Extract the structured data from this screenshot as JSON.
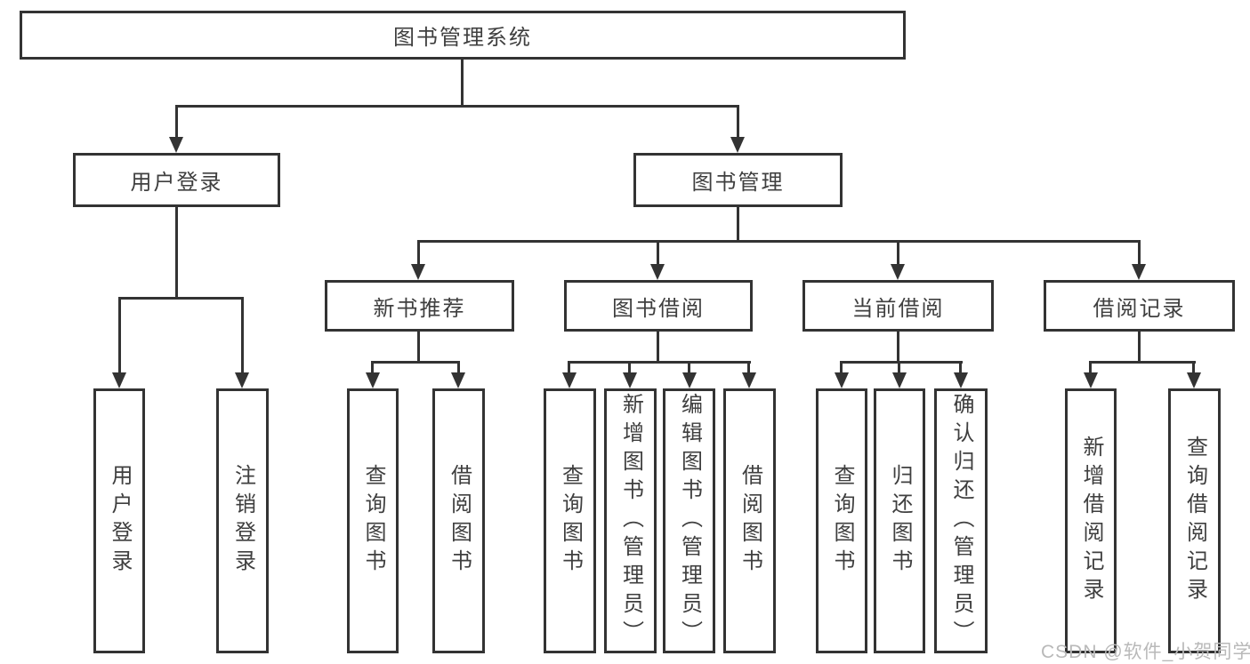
{
  "diagram": {
    "root": "图书管理系统",
    "nodes": {
      "user_login": "用户登录",
      "book_mgmt": "图书管理",
      "new_books": "新书推荐",
      "book_borrow": "图书借阅",
      "current_borrow": "当前借阅",
      "borrow_records": "借阅记录"
    },
    "leaves": {
      "user_login": [
        "用户登录",
        "注销登录"
      ],
      "new_books": [
        "查询图书",
        "借阅图书"
      ],
      "book_borrow": [
        "查询图书",
        "新增图书（管理员）",
        "编辑图书（管理员）",
        "借阅图书"
      ],
      "current_borrow": [
        "查询图书",
        "归还图书",
        "确认归还（管理员）"
      ],
      "borrow_records": [
        "新增借阅记录",
        "查询借阅记录"
      ]
    }
  },
  "watermark": "CSDN @软件_小贺同学",
  "colors": {
    "line": "#333333",
    "text": "#3f3f3f",
    "watermark": "#b9b9b9",
    "background": "#ffffff"
  }
}
